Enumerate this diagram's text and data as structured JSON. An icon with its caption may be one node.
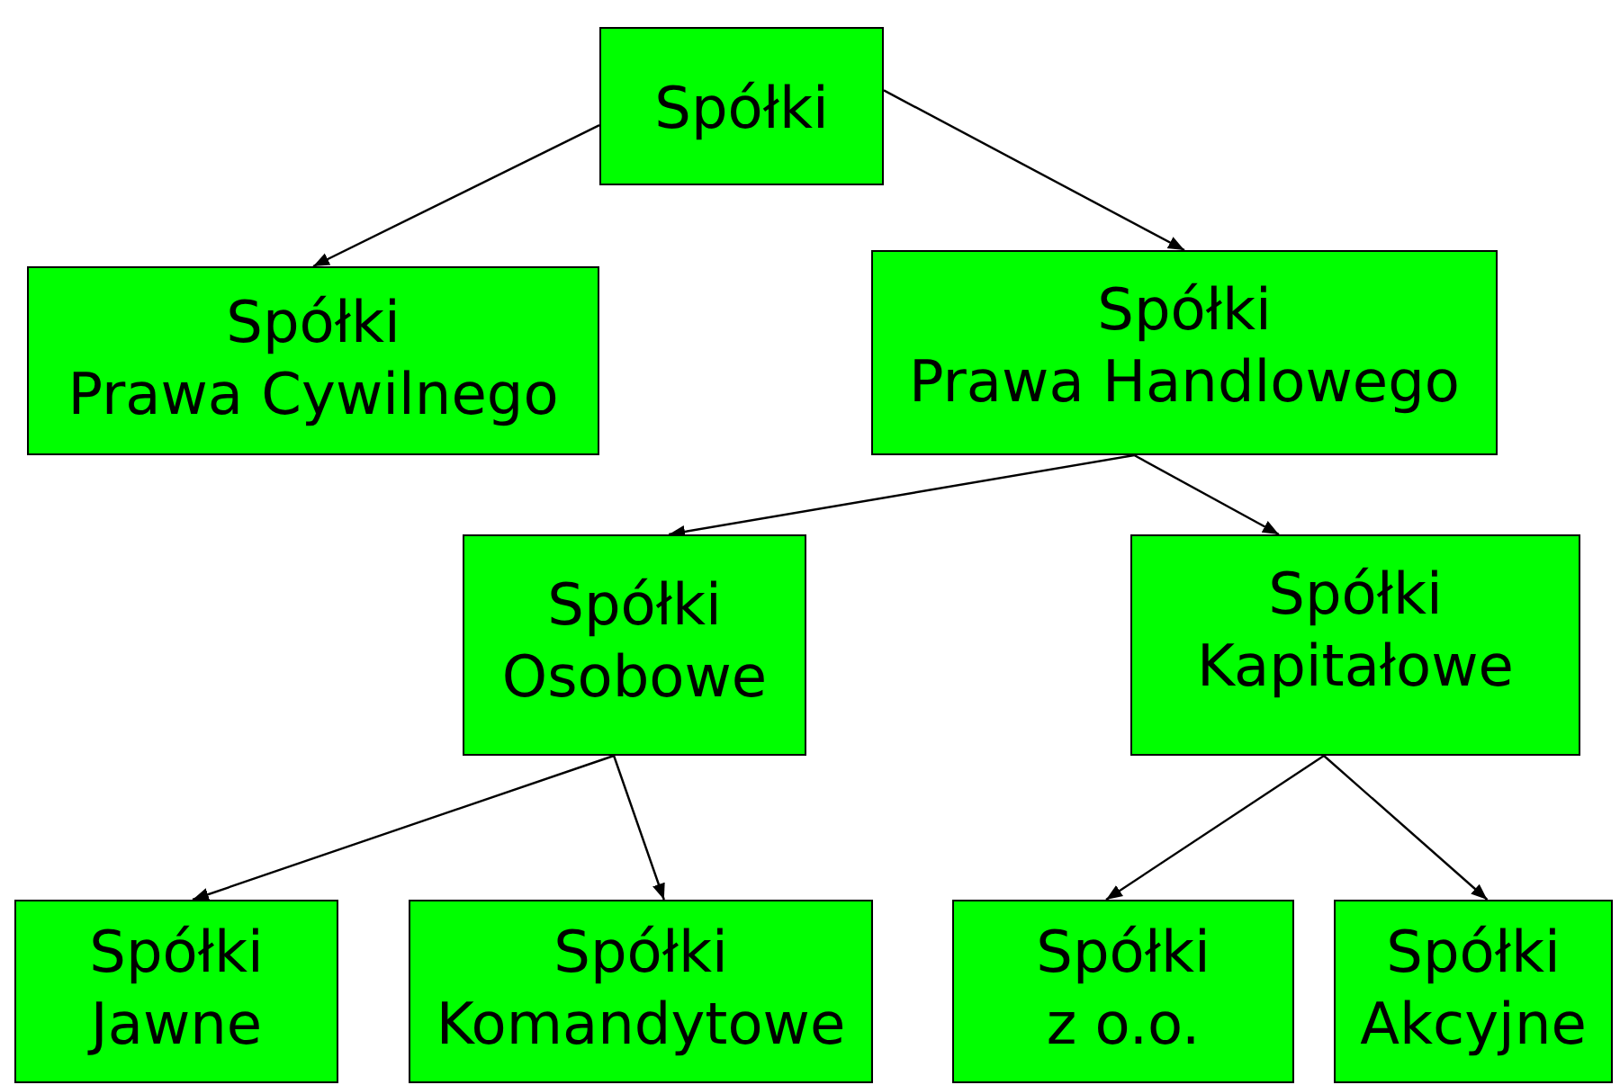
{
  "diagram": {
    "nodes": [
      {
        "text": [
          "Spółki"
        ]
      },
      {
        "text": [
          "Spółki",
          "Prawa Cywilnego"
        ]
      },
      {
        "text": [
          "Spółki",
          "Prawa Handlowego"
        ]
      },
      {
        "text": [
          "Spółki",
          "Osobowe"
        ]
      },
      {
        "text": [
          "Spółki",
          "Kapitałowe"
        ]
      },
      {
        "text": [
          "Spółki",
          "Jawne"
        ]
      },
      {
        "text": [
          "Spółki",
          "Komandytowe"
        ]
      },
      {
        "text": [
          "Spółki",
          "z o.o."
        ]
      },
      {
        "text": [
          "Spółki",
          "Akcyjne"
        ]
      }
    ],
    "edges": [
      {
        "from": 0,
        "to": 1,
        "arrow": "to"
      },
      {
        "from": 0,
        "to": 2,
        "arrow": "to"
      },
      {
        "from": 2,
        "to": 3,
        "arrow": "to"
      },
      {
        "from": 2,
        "to": 4,
        "arrow": "to"
      },
      {
        "from": 3,
        "to": 5,
        "arrow": "to"
      },
      {
        "from": 3,
        "to": 6,
        "arrow": "to"
      },
      {
        "from": 4,
        "to": 7,
        "arrow": "to"
      },
      {
        "from": 4,
        "to": 8,
        "arrow": "to"
      }
    ]
  }
}
